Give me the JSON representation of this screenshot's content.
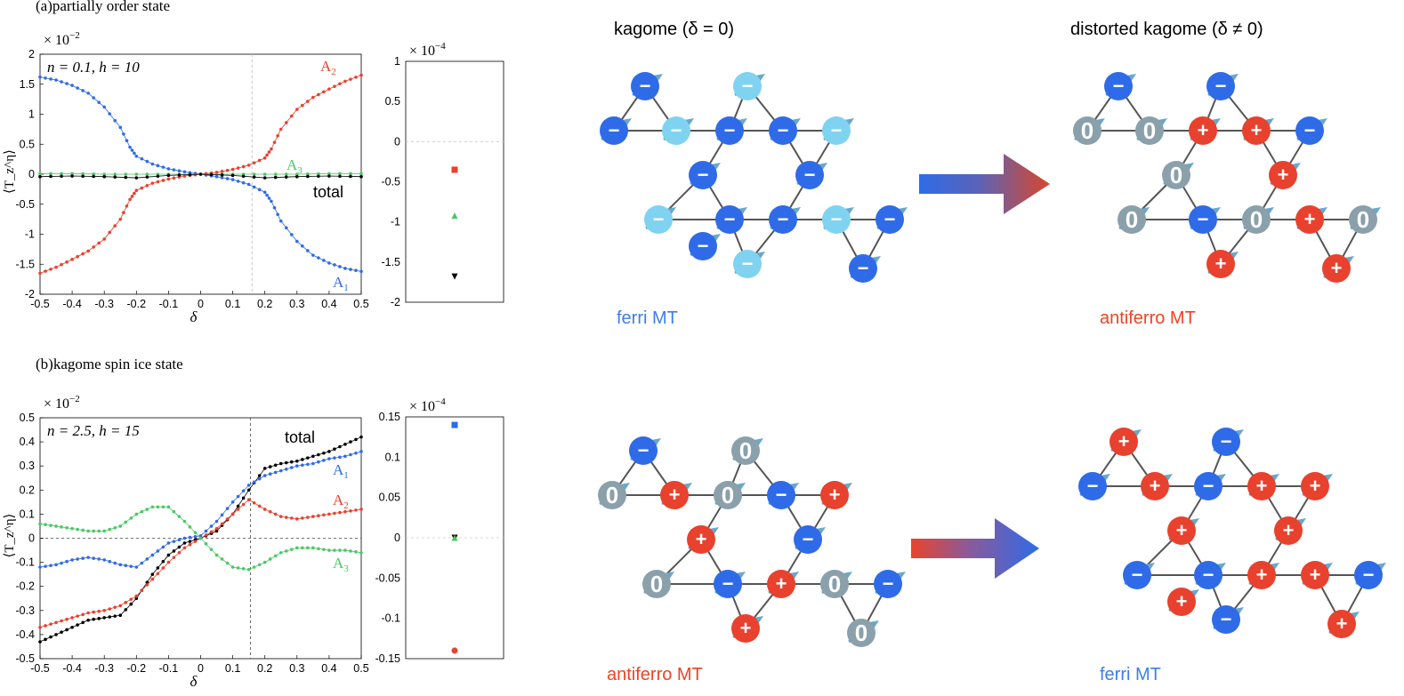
{
  "panel_a": {
    "caption": "(a)partially order state",
    "params": "n = 0.1, h = 10",
    "exp_main": "× 10",
    "exp_main_power": "−2",
    "exp_side": "× 10",
    "exp_side_power": "−4",
    "ylabel": "⟨T_z^η⟩",
    "xlabel": "δ",
    "series_labels": [
      {
        "text": "A",
        "sub": "2",
        "color": "#e8412e"
      },
      {
        "text": "A",
        "sub": "3",
        "color": "#4ac864"
      },
      {
        "text": "total",
        "sub": "",
        "color": "#000000"
      },
      {
        "text": "A",
        "sub": "1",
        "color": "#2f6be8"
      }
    ]
  },
  "panel_b": {
    "caption": "(b)kagome spin ice state",
    "params": "n = 2.5, h = 15",
    "exp_main": "× 10",
    "exp_main_power": "−2",
    "exp_side": "× 10",
    "exp_side_power": "−4",
    "ylabel": "⟨T_z^η⟩",
    "xlabel": "δ",
    "series_labels": [
      {
        "text": "total",
        "sub": "",
        "color": "#000000"
      },
      {
        "text": "A",
        "sub": "1",
        "color": "#2f6be8"
      },
      {
        "text": "A",
        "sub": "2",
        "color": "#e8412e"
      },
      {
        "text": "A",
        "sub": "3",
        "color": "#4ac864"
      }
    ]
  },
  "diagrams": {
    "top_left_title": "kagome (δ = 0)",
    "top_right_title": "distorted kagome (δ ≠ 0)",
    "top_left_caption": "ferri MT",
    "top_right_caption": "antiferro MT",
    "bottom_left_caption": "antiferro MT",
    "bottom_right_caption": "ferri MT",
    "caption_colors": {
      "ferri": "#3d7ee8",
      "antiferro": "#ee4422"
    },
    "site_colors": {
      "minus": "#2f6be8",
      "minus_light": "#7fd3f0",
      "plus": "#e8412e",
      "zero": "#8aa0ab"
    },
    "top_left_sites": [
      "−",
      "−",
      "−",
      "−",
      "−",
      "−",
      "−",
      "−",
      "−",
      "−",
      "−",
      "−",
      "−",
      "−",
      "−",
      "−",
      "−"
    ],
    "top_right_sites": [
      "−",
      "0",
      "0",
      "+",
      "+",
      "−",
      "−",
      "0",
      "+",
      "0",
      "−",
      "0",
      "+",
      "0",
      "+",
      "+"
    ],
    "bottom_left_sites": [
      "−",
      "0",
      "+",
      "0",
      "−",
      "+",
      "0",
      "+",
      "−",
      "0",
      "−",
      "+",
      "0",
      "−",
      "+",
      "0"
    ],
    "bottom_right_sites": [
      "+",
      "−",
      "+",
      "−",
      "+",
      "+",
      "−",
      "+",
      "+",
      "−",
      "−",
      "+",
      "+",
      "−",
      "−",
      "+",
      "+"
    ]
  },
  "chart_data": [
    {
      "type": "line",
      "title": "(a)partially order state",
      "xlabel": "δ",
      "ylabel": "⟨T_z^η⟩ (×10^-2)",
      "xlim": [
        -0.5,
        0.5
      ],
      "ylim": [
        -2,
        2
      ],
      "xticks": [
        -0.5,
        -0.4,
        -0.3,
        -0.2,
        -0.1,
        0,
        0.1,
        0.2,
        0.3,
        0.4,
        0.5
      ],
      "yticks": [
        -2,
        -1.5,
        -1,
        -0.5,
        0,
        0.5,
        1,
        1.5,
        2
      ],
      "vline": 0.16,
      "grid": false,
      "series": [
        {
          "name": "A1",
          "color": "#2f6be8",
          "x": [
            -0.5,
            -0.45,
            -0.4,
            -0.35,
            -0.3,
            -0.25,
            -0.22,
            -0.2,
            -0.15,
            -0.1,
            -0.05,
            0,
            0.05,
            0.1,
            0.15,
            0.2,
            0.22,
            0.25,
            0.3,
            0.35,
            0.4,
            0.45,
            0.5
          ],
          "y": [
            1.62,
            1.57,
            1.48,
            1.35,
            1.12,
            0.78,
            0.45,
            0.3,
            0.17,
            0.09,
            0.04,
            0,
            -0.04,
            -0.09,
            -0.17,
            -0.3,
            -0.45,
            -0.78,
            -1.12,
            -1.35,
            -1.48,
            -1.57,
            -1.62
          ]
        },
        {
          "name": "A2",
          "color": "#e8412e",
          "x": [
            -0.5,
            -0.45,
            -0.4,
            -0.35,
            -0.3,
            -0.25,
            -0.22,
            -0.2,
            -0.15,
            -0.1,
            -0.05,
            0,
            0.05,
            0.1,
            0.15,
            0.2,
            0.22,
            0.25,
            0.3,
            0.35,
            0.4,
            0.45,
            0.5
          ],
          "y": [
            -1.65,
            -1.55,
            -1.42,
            -1.28,
            -1.08,
            -0.75,
            -0.42,
            -0.27,
            -0.15,
            -0.08,
            -0.03,
            0,
            0.03,
            0.08,
            0.15,
            0.27,
            0.42,
            0.75,
            1.08,
            1.28,
            1.42,
            1.55,
            1.65
          ]
        },
        {
          "name": "A3",
          "color": "#4ac864",
          "x": [
            -0.5,
            -0.4,
            -0.3,
            -0.2,
            -0.1,
            0,
            0.1,
            0.2,
            0.3,
            0.4,
            0.5
          ],
          "y": [
            0.01,
            0.01,
            0.0,
            0.0,
            0.0,
            0.0,
            0.0,
            0.0,
            0.0,
            0.01,
            0.01
          ]
        },
        {
          "name": "total",
          "color": "#000000",
          "x": [
            -0.5,
            -0.4,
            -0.3,
            -0.2,
            -0.1,
            0,
            0.1,
            0.2,
            0.3,
            0.4,
            0.5
          ],
          "y": [
            -0.04,
            -0.03,
            -0.04,
            -0.06,
            -0.02,
            0,
            -0.02,
            -0.06,
            -0.04,
            -0.03,
            -0.04
          ]
        }
      ]
    },
    {
      "type": "scatter",
      "ylim": [
        -2,
        1
      ],
      "ylabel_scale": "×10^-4",
      "yticks": [
        -2,
        -1.5,
        -1,
        -0.5,
        0,
        0.5,
        1
      ],
      "series": [
        {
          "name": "A2",
          "color": "#e8412e",
          "marker": "square",
          "y": -0.35
        },
        {
          "name": "A3",
          "color": "#4ac864",
          "marker": "triangle-up",
          "y": -0.92
        },
        {
          "name": "total",
          "color": "#000000",
          "marker": "triangle-down",
          "y": -1.68
        }
      ]
    },
    {
      "type": "line",
      "title": "(b)kagome spin ice state",
      "xlabel": "δ",
      "ylabel": "⟨T_z^η⟩ (×10^-2)",
      "xlim": [
        -0.5,
        0.5
      ],
      "ylim": [
        -0.5,
        0.5
      ],
      "xticks": [
        -0.5,
        -0.4,
        -0.3,
        -0.2,
        -0.1,
        0,
        0.1,
        0.2,
        0.3,
        0.4,
        0.5
      ],
      "yticks": [
        -0.5,
        -0.4,
        -0.3,
        -0.2,
        -0.1,
        0,
        0.1,
        0.2,
        0.3,
        0.4,
        0.5
      ],
      "vline": 0.155,
      "hline": 0,
      "grid": false,
      "series": [
        {
          "name": "total",
          "color": "#000000",
          "x": [
            -0.5,
            -0.45,
            -0.4,
            -0.35,
            -0.3,
            -0.25,
            -0.2,
            -0.15,
            -0.1,
            -0.05,
            0,
            0.05,
            0.1,
            0.15,
            0.2,
            0.25,
            0.3,
            0.35,
            0.4,
            0.45,
            0.5
          ],
          "y": [
            -0.43,
            -0.4,
            -0.37,
            -0.34,
            -0.33,
            -0.32,
            -0.25,
            -0.15,
            -0.07,
            -0.02,
            0.0,
            0.03,
            0.1,
            0.2,
            0.29,
            0.31,
            0.32,
            0.34,
            0.36,
            0.39,
            0.42
          ]
        },
        {
          "name": "A1",
          "color": "#2f6be8",
          "x": [
            -0.5,
            -0.45,
            -0.4,
            -0.35,
            -0.3,
            -0.25,
            -0.2,
            -0.15,
            -0.1,
            -0.05,
            0,
            0.05,
            0.1,
            0.15,
            0.2,
            0.25,
            0.3,
            0.35,
            0.4,
            0.45,
            0.5
          ],
          "y": [
            -0.12,
            -0.11,
            -0.09,
            -0.08,
            -0.09,
            -0.11,
            -0.12,
            -0.07,
            -0.02,
            0.0,
            0.01,
            0.07,
            0.15,
            0.22,
            0.26,
            0.28,
            0.3,
            0.31,
            0.33,
            0.34,
            0.36
          ]
        },
        {
          "name": "A2",
          "color": "#e8412e",
          "x": [
            -0.5,
            -0.45,
            -0.4,
            -0.35,
            -0.3,
            -0.25,
            -0.2,
            -0.15,
            -0.1,
            -0.05,
            0,
            0.05,
            0.1,
            0.15,
            0.2,
            0.25,
            0.3,
            0.35,
            0.4,
            0.45,
            0.5
          ],
          "y": [
            -0.37,
            -0.35,
            -0.33,
            -0.31,
            -0.3,
            -0.28,
            -0.24,
            -0.17,
            -0.1,
            -0.04,
            0.0,
            0.04,
            0.1,
            0.16,
            0.12,
            0.09,
            0.08,
            0.09,
            0.1,
            0.11,
            0.12
          ]
        },
        {
          "name": "A3",
          "color": "#4ac864",
          "x": [
            -0.5,
            -0.45,
            -0.4,
            -0.35,
            -0.3,
            -0.25,
            -0.2,
            -0.15,
            -0.1,
            -0.05,
            0,
            0.05,
            0.1,
            0.15,
            0.2,
            0.25,
            0.3,
            0.35,
            0.4,
            0.45,
            0.5
          ],
          "y": [
            0.06,
            0.05,
            0.04,
            0.03,
            0.03,
            0.05,
            0.1,
            0.13,
            0.13,
            0.07,
            0.0,
            -0.07,
            -0.12,
            -0.13,
            -0.1,
            -0.06,
            -0.04,
            -0.04,
            -0.05,
            -0.05,
            -0.06
          ]
        }
      ]
    },
    {
      "type": "scatter",
      "ylim": [
        -0.15,
        0.15
      ],
      "ylabel_scale": "×10^-4",
      "yticks": [
        -0.15,
        -0.1,
        -0.05,
        0,
        0.05,
        0.1,
        0.15
      ],
      "series": [
        {
          "name": "A1",
          "color": "#2f6be8",
          "marker": "square",
          "y": 0.14
        },
        {
          "name": "total",
          "color": "#000000",
          "marker": "triangle-down",
          "y": 0.0
        },
        {
          "name": "A3",
          "color": "#4ac864",
          "marker": "triangle-up",
          "y": 0.0
        },
        {
          "name": "A2",
          "color": "#e8412e",
          "marker": "circle",
          "y": -0.14
        }
      ]
    }
  ]
}
